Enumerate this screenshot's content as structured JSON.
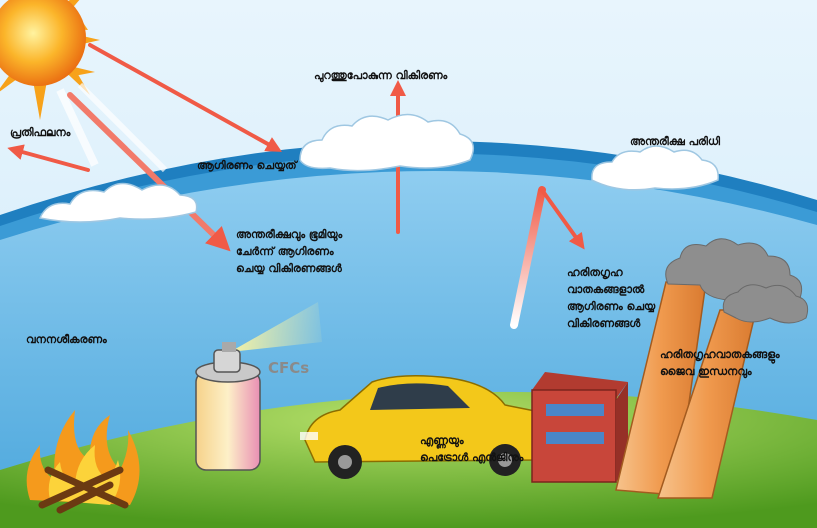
{
  "labels": {
    "reflection": "പ്രതിഫലനം",
    "outgoing_radiation": "പുറത്തുപോകുന്ന വികിരണം",
    "absorbed": "ആഗിരണം ചെയ്യത്",
    "atmosphere_boundary": "അന്തരീക്ഷ പരിധി",
    "atmosphere_earth_absorbed": "അന്തരീക്ഷവും ഭൂമിയും\nചേർന്ന് ആഗിരണം\nചെയ്യ വികിരണങ്ങൾ",
    "greenhouse_absorbed": "ഹരിതഗൃഹ\nവാതകങ്ങളാൽ\nആഗിരണം ചെയ്യ\nവികിരണങ്ങൾ",
    "deforestation": "വനനശീകരണം",
    "greenhouse_fuel": "ഹരിതഗൃഹവാതകങ്ങളും\nജൈവ ഇന്ധനവും",
    "oil_petrol": "എണ്ണയും\nപെട്രോൾ എൻജിനും",
    "cfcs": "CFCs"
  },
  "colors": {
    "sky": "#66b8e6",
    "atmosphere_band": "#1f7fc0",
    "ground": "#7dc438",
    "sun": "#f7a21a",
    "arrow": "#f05a46",
    "car": "#f3c81a",
    "chimney": "#f0a05a",
    "factory": "#c8463a"
  },
  "icons": [
    "sun-icon",
    "cloud-icon",
    "fire-icon",
    "spray-can-icon",
    "car-icon",
    "factory-icon",
    "chimney-icon",
    "smoke-icon"
  ]
}
